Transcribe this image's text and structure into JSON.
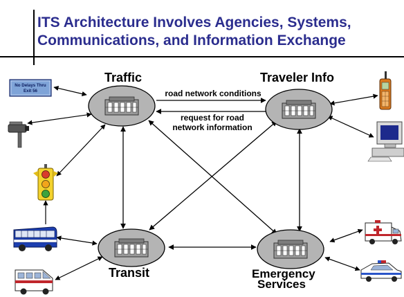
{
  "title": {
    "line1": "ITS Architecture Involves Agencies, Systems,",
    "line2": "Communications, and Information Exchange"
  },
  "nodes": {
    "traffic": "Traffic",
    "traveler_info": "Traveler Info",
    "transit": "Transit",
    "emergency_line1": "Emergency",
    "emergency_line2": "Services"
  },
  "edges": {
    "traffic_to_traveler": "road network conditions",
    "traveler_to_traffic_line1": "request for road",
    "traveler_to_traffic_line2": "network information"
  },
  "devices": {
    "sign_line1": "No Delays Thru",
    "sign_line2": "Exit 56"
  },
  "colors": {
    "title": "#2b2d8e",
    "ellipse_fill": "#b4b4b4",
    "sign_fill": "#7fa4d8",
    "bus_blue": "#1d3fb0"
  },
  "icons": [
    "message-sign-icon",
    "traffic-camera-icon",
    "traffic-signal-icon",
    "transit-bus-icon",
    "paratransit-van-icon",
    "cell-phone-icon",
    "computer-icon",
    "ambulance-icon",
    "police-car-icon",
    "building-icon"
  ]
}
